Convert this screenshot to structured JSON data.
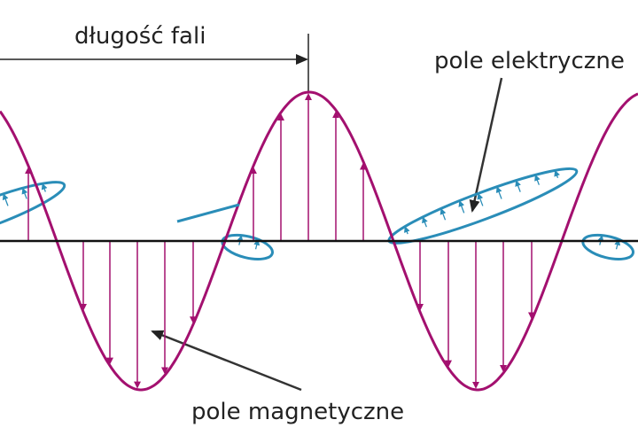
{
  "labels": {
    "wavelength": "długość fali",
    "electric_field": "pole elektryczne",
    "magnetic_field": "pole magnetyczne"
  },
  "colors": {
    "background": "#ffffff",
    "axis": "#111111",
    "text": "#222222",
    "magenta_wave": "#a3106f",
    "blue_wave": "#2a8db8",
    "pointer": "#333333"
  }
}
